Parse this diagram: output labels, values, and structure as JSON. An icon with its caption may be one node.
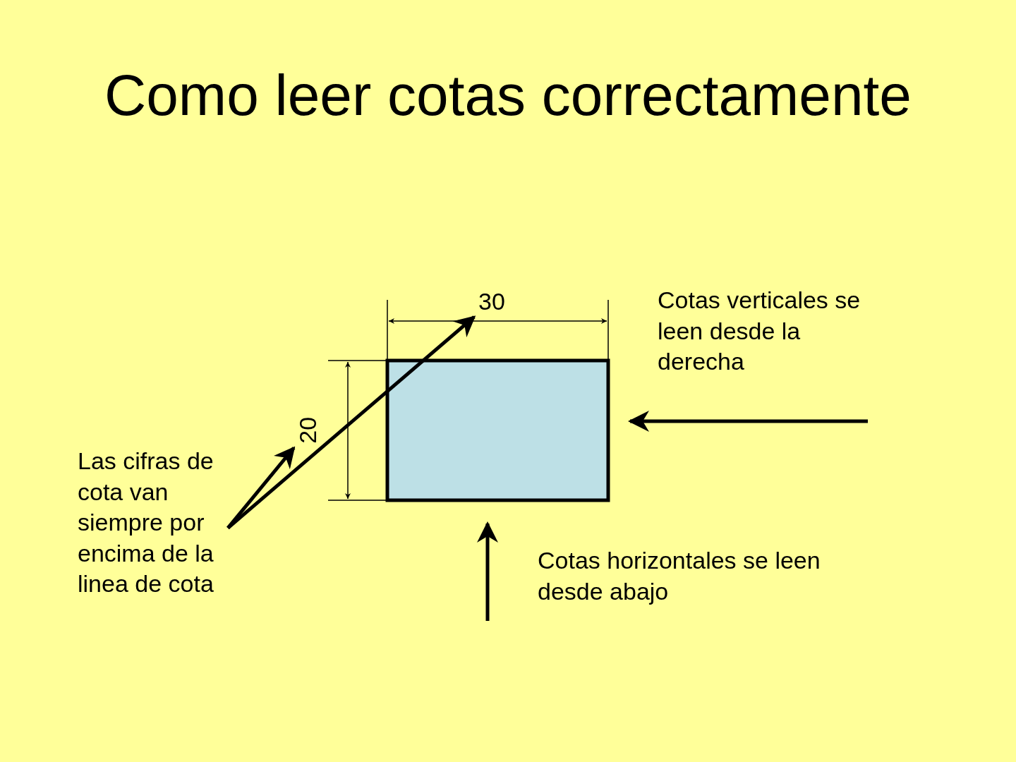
{
  "diagram": {
    "title": "Como leer cotas correctamente",
    "nodes": [
      {
        "text": [
          "Las cifras de cota van siempre por encima de la linea de cota"
        ]
      },
      {
        "text": [
          "30"
        ]
      },
      {
        "text": [
          "20"
        ]
      },
      {
        "text": [
          "Cotas verticales se leen desde la derecha"
        ]
      },
      {
        "text": [
          "Cotas horizontales se leen desde abajo"
        ]
      }
    ],
    "edges": [
      {
        "from": 0,
        "to": 2,
        "arrow": "to"
      },
      {
        "from": 0,
        "to": 1,
        "arrow": "to"
      }
    ]
  }
}
